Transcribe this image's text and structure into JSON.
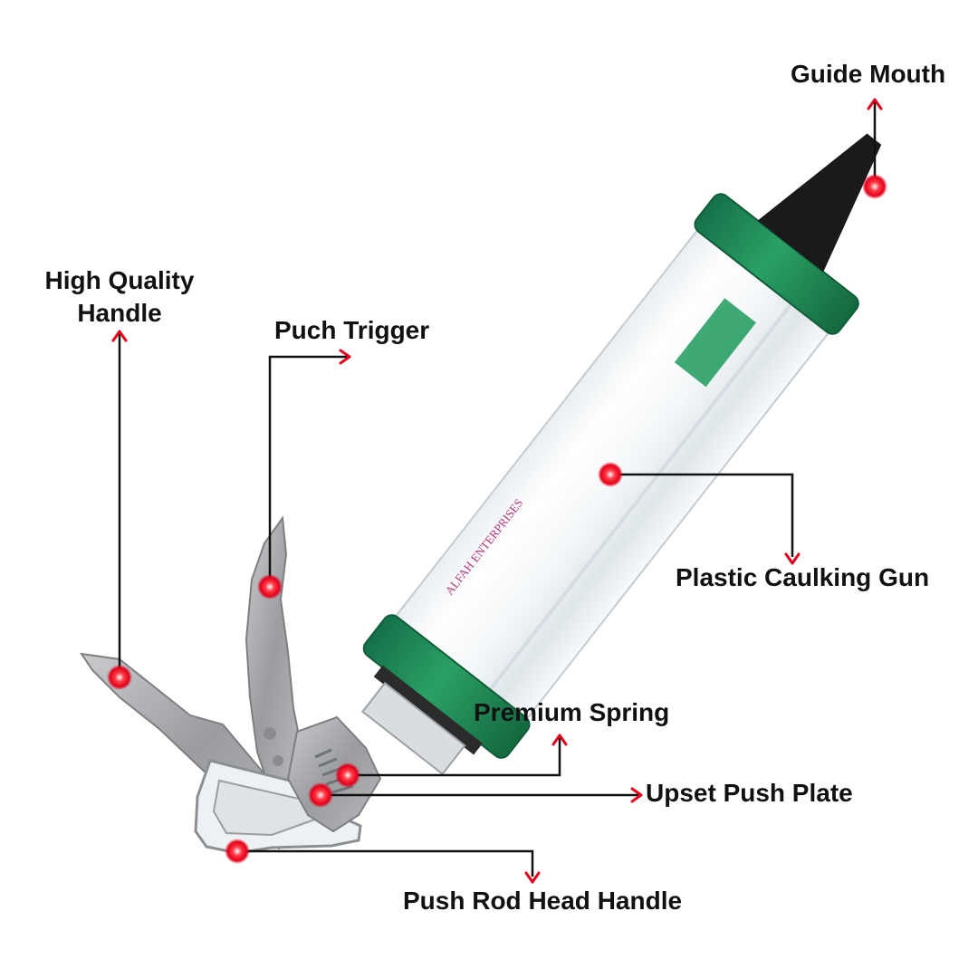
{
  "labels": {
    "guide_mouth": "Guide Mouth",
    "handle_line1": "High Quality",
    "handle_line2": "Handle",
    "trigger": "Puch Trigger",
    "caulking_gun": "Plastic Caulking Gun",
    "spring": "Premium Spring",
    "push_plate": "Upset Push Plate",
    "push_rod": "Push Rod Head Handle"
  },
  "brand_text": "ALFAH ENTERPRISES",
  "colors": {
    "callout_line": "#111111",
    "arrow_head": "#e3001b",
    "marker": "#ff1f2e",
    "cap_green": "#1e8a55",
    "nozzle": "#1a1a1a",
    "metal": "#a9abad"
  }
}
